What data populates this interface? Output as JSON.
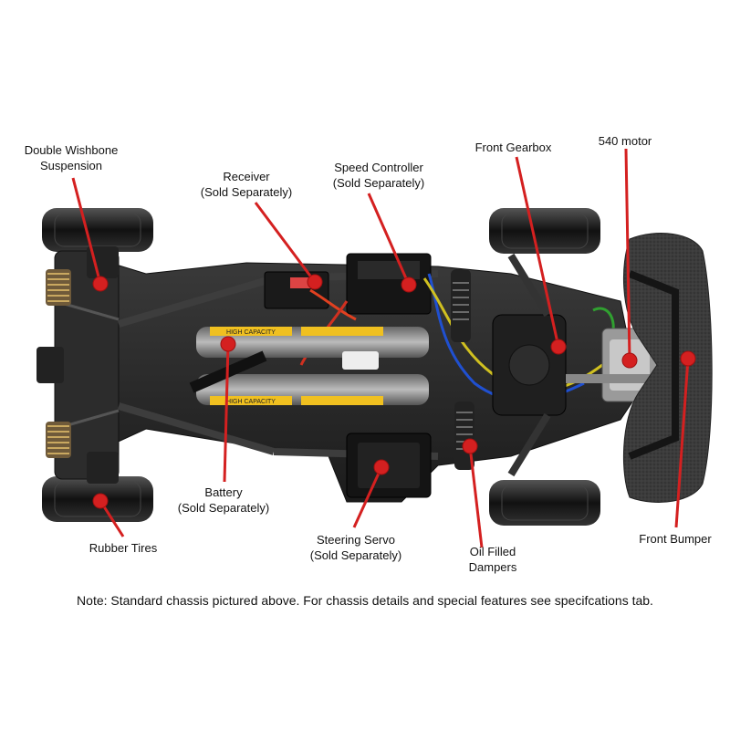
{
  "callouts": {
    "double_wishbone": {
      "line1": "Double Wishbone",
      "line2": "Suspension"
    },
    "receiver": {
      "line1": "Receiver",
      "line2": "(Sold Separately)"
    },
    "speed_controller": {
      "line1": "Speed Controller",
      "line2": "(Sold Separately)"
    },
    "front_gearbox": {
      "line1": "Front Gearbox"
    },
    "motor": {
      "line1": "540 motor"
    },
    "battery": {
      "line1": "Battery",
      "line2": "(Sold Separately)"
    },
    "rubber_tires": {
      "line1": "Rubber Tires"
    },
    "steering_servo": {
      "line1": "Steering Servo",
      "line2": "(Sold Separately)"
    },
    "oil_dampers": {
      "line1": "Oil Filled",
      "line2": "Dampers"
    },
    "front_bumper": {
      "line1": "Front Bumper"
    }
  },
  "note": "Note: Standard chassis pictured above. For chassis details and special features see specifcations tab.",
  "colors": {
    "callout_line": "#d42020",
    "callout_dot": "#d42020",
    "chassis": "#2a2a2a",
    "tire": "#1a1a1a",
    "bumper": "#3a3a3a",
    "battery_label": "#f0c020"
  },
  "battery_print": [
    "HIGH CAPACITY",
    "HIGH CAPACITY"
  ]
}
